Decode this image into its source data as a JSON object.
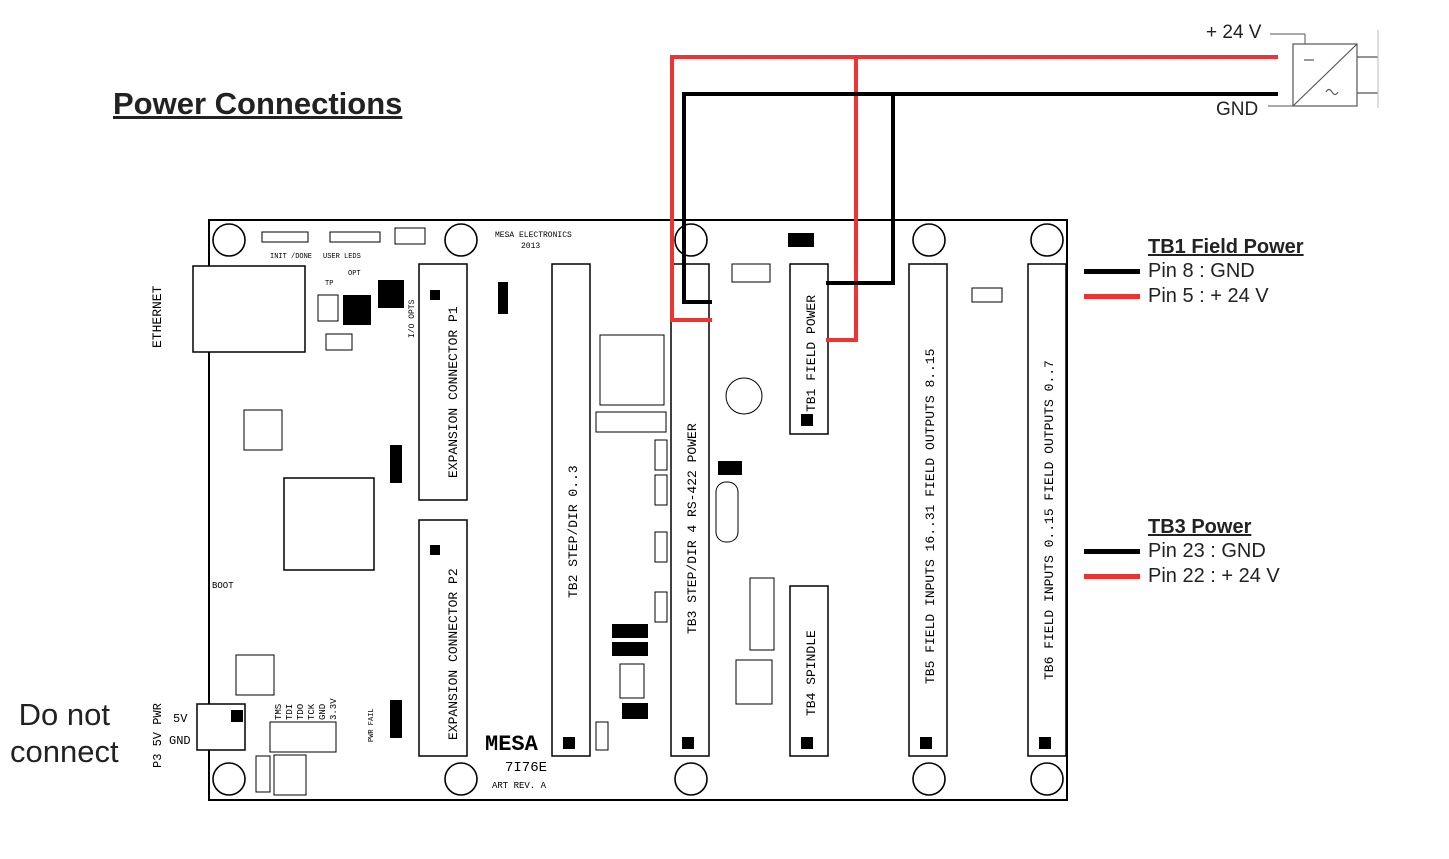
{
  "title": "Power Connections",
  "supply": {
    "plus_label": "+ 24 V",
    "gnd_label": "GND"
  },
  "tb1": {
    "heading": "TB1 Field Power",
    "rows": [
      {
        "text": "Pin 8 : GND",
        "color": "#000000"
      },
      {
        "text": "Pin 5 : + 24 V",
        "color": "#ee3333"
      }
    ]
  },
  "tb3": {
    "heading": "TB3 Power",
    "rows": [
      {
        "text": "Pin 23 : GND",
        "color": "#000000"
      },
      {
        "text": "Pin 22 : + 24 V",
        "color": "#ee3333"
      }
    ]
  },
  "do_not_connect": [
    "Do not",
    "connect"
  ],
  "board": {
    "ethernet": "ETHERNET",
    "p3": "P3 5V PWR",
    "p3_5v": "5V",
    "p3_gnd": "GND",
    "maker": "MESA ELECTRONICS",
    "year": "2013",
    "logo": "MESA",
    "model": "7I76E",
    "rev": "ART REV. A",
    "exp_p1": "EXPANSION CONNECTOR P1",
    "exp_p2": "EXPANSION CONNECTOR P2",
    "tb2": "TB2 STEP/DIR 0..3",
    "tb3": "TB3 STEP/DIR 4 RS-422 POWER",
    "tb1": "TB1 FIELD POWER",
    "tb4": "TB4 SPINDLE",
    "tb5": "TB5 FIELD INPUTS 16..31 FIELD OUTPUTS 8..15",
    "tb6": "TB6 FIELD INPUTS 0..15 FIELD OUTPUTS 0..7",
    "user_leds": "USER LEDS",
    "init_done": "INIT /DONE",
    "io_opts": "I/O OPTS",
    "tp": "TP",
    "opt": "OPT",
    "boot": "BOOT",
    "jtag": [
      "TMS",
      "TDI",
      "TDO",
      "TCK",
      "GND",
      "3.3V"
    ],
    "pwr_fail": "PWR FAIL"
  }
}
